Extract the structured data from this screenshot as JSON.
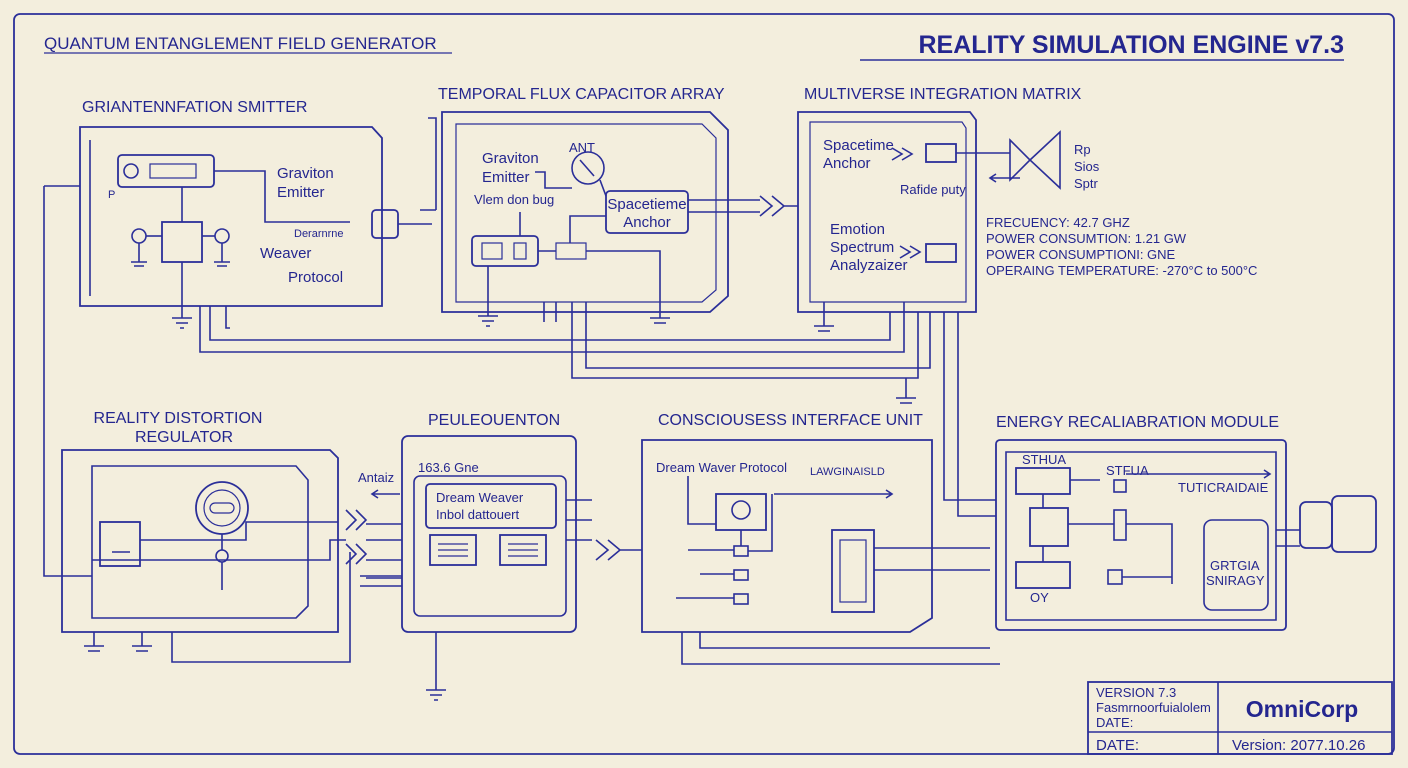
{
  "header": {
    "left_title": "QUANTUM ENTANGLEMENT FIELD GENERATOR",
    "main_title": "REALITY SIMULATION ENGINE v7.3"
  },
  "modules": {
    "graviton": {
      "title": "GRIANTENNFATION SMITTER",
      "emitter_line1": "Graviton",
      "emitter_line2": "Emitter",
      "small_label": "Derarnrne",
      "weaver": "Weaver",
      "protocol": "Protocol",
      "pin_label": "P"
    },
    "temporal": {
      "title": "TEMPORAL FLUX CAPACITOR ARRAY",
      "emitter_line1": "Graviton",
      "emitter_line2": "Emitter",
      "sub_label": "Vlem don bug",
      "ant_label": "ANT",
      "anchor_line1": "Spacetieme",
      "anchor_line2": "Anchor"
    },
    "multiverse": {
      "title": "MULTIVERSE INTEGRATION MATRIX",
      "anchor_line1": "Spacetime",
      "anchor_line2": "Anchor",
      "emotion_line1": "Emotion",
      "emotion_line2": "Spectrum",
      "emotion_line3": "Analyzaizer",
      "side_label": "Rafide puty",
      "speaker_labels": [
        "Rp",
        "Sios",
        "Sptr"
      ]
    },
    "reality": {
      "title_line1": "REALITY DISTORTION",
      "title_line2": "REGULATOR",
      "side_label": "Antaiz"
    },
    "peuleo": {
      "title": "PEULEOUENTON",
      "freq_label": "163.6 Gne",
      "box_line1": "Dream Weaver",
      "box_line2": "Inbol dattouert"
    },
    "consciousness": {
      "title": "CONSCIOUSESS INTERFACE UNIT",
      "protocol": "Dream Waver Protocol",
      "side_label": "LAWGINAISLD"
    },
    "energy": {
      "title": "ENERGY RECALIABRATION MODULE",
      "label_a": "STHUA",
      "label_b": "STFUA",
      "label_c": "TUTICRAIDAIE",
      "label_d": "GRTGIA",
      "label_e": "SNIRAGY",
      "label_f": "OY"
    }
  },
  "specs": [
    "FRECUENCY: 42.7 GHZ",
    "POWER CONSUMTION: 1.21 GW",
    "POWER CONSUMPTIONI: GNE",
    "OPERAING TEMPERATURE: -270°C to 500°C"
  ],
  "title_block": {
    "version": "VERSION 7.3",
    "subtitle": "Fasmrnoorfuialolem",
    "date_label_1": "DATE:",
    "date_label_2": "DATE:",
    "company": "OmniCorp",
    "version_date": "Version: 2077.10.26"
  },
  "colors": {
    "paper": "#f3eedd",
    "ink": "#2b2f99",
    "text": "#24268f"
  }
}
